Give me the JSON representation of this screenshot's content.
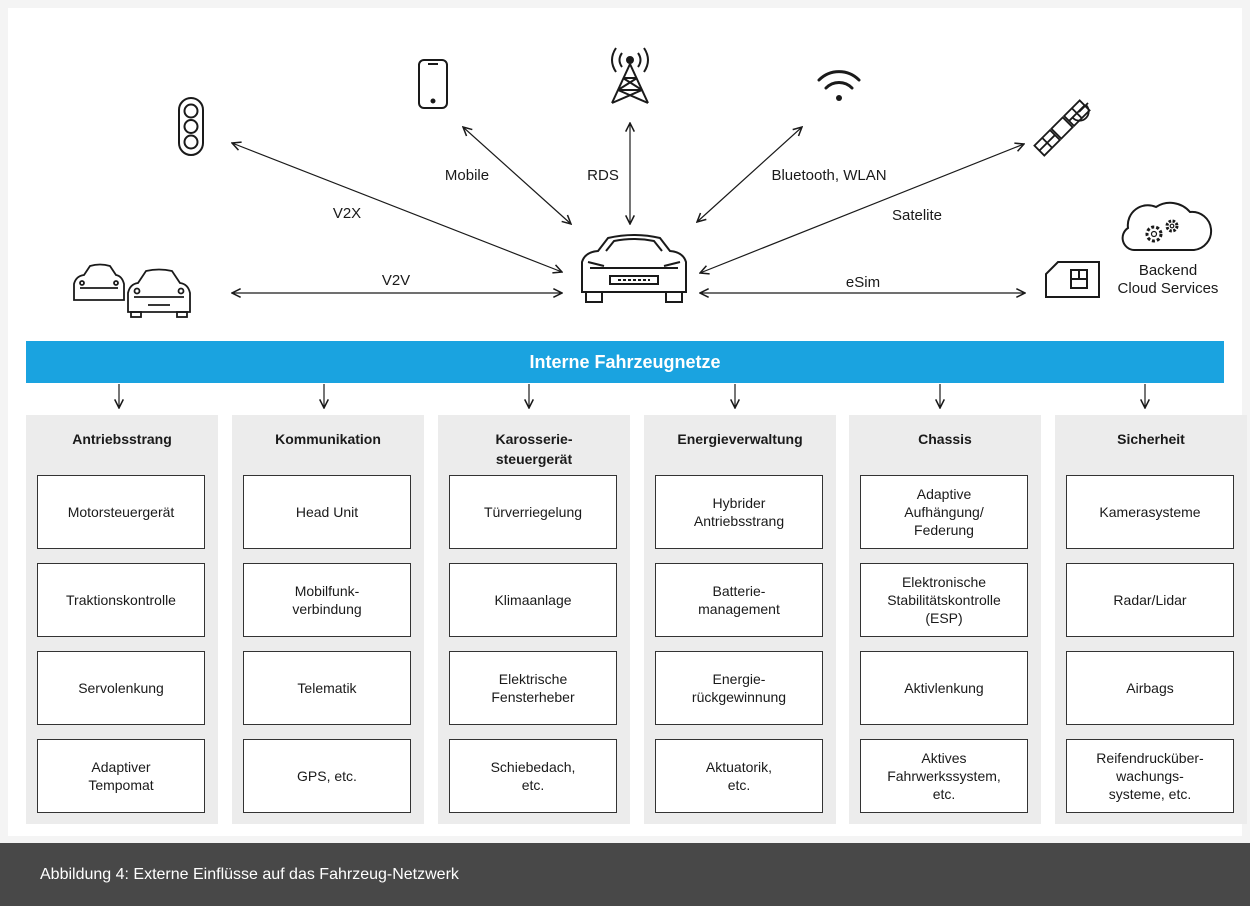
{
  "links": {
    "v2x": "V2X",
    "mobile": "Mobile",
    "rds": "RDS",
    "bluetooth": "Bluetooth, WLAN",
    "satelite": "Satelite",
    "v2v": "V2V",
    "esim": "eSim"
  },
  "backend": {
    "line1": "Backend",
    "line2": "Cloud Services"
  },
  "band_title": "Interne Fahrzeugnetze",
  "columns": [
    {
      "title": "Antriebsstrang",
      "items": [
        "Motorsteuergerät",
        "Traktionskontrolle",
        "Servolenkung",
        "Adaptiver\nTempomat"
      ]
    },
    {
      "title": "Kommunikation",
      "items": [
        "Head Unit",
        "Mobilfunk-\nverbindung",
        "Telematik",
        "GPS, etc."
      ]
    },
    {
      "title": "Karosserie-\nsteuergerät",
      "items": [
        "Türverriegelung",
        "Klimaanlage",
        "Elektrische\nFensterheber",
        "Schiebedach,\netc."
      ]
    },
    {
      "title": "Energieverwaltung",
      "items": [
        "Hybrider\nAntriebsstrang",
        "Batterie-\nmanagement",
        "Energie-\nrückgewinnung",
        "Aktuatorik,\netc."
      ]
    },
    {
      "title": "Chassis",
      "items": [
        "Adaptive\nAufhängung/\nFederung",
        "Elektronische\nStabilitätskontrolle\n(ESP)",
        "Aktivlenkung",
        "Aktives\nFahrwerkssystem,\netc."
      ]
    },
    {
      "title": "Sicherheit",
      "items": [
        "Kamerasysteme",
        "Radar/Lidar",
        "Airbags",
        "Reifendrucküber-\nwachungs-\nsysteme, etc."
      ]
    }
  ],
  "caption": "Abbildung 4: Externe Einflüsse auf das Fahrzeug-Netzwerk",
  "colors": {
    "band": "#1aa3e0",
    "footer": "#484848",
    "column_bg": "#ececec"
  }
}
